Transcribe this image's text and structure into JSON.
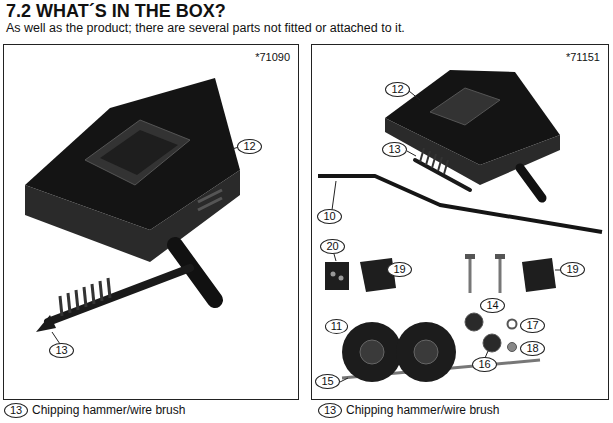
{
  "diagram": {
    "title": "7.2 WHAT´S IN THE BOX?",
    "nodes": [
      {
        "text": [
          "*71090"
        ]
      },
      {
        "text": [
          "12"
        ],
        "in": 0
      },
      {
        "text": [
          "13"
        ],
        "in": 0
      },
      {
        "text": [
          "*71151"
        ]
      },
      {
        "text": [
          "12"
        ],
        "in": 3
      },
      {
        "text": [
          "10"
        ],
        "in": 3
      },
      {
        "text": [
          "13"
        ],
        "in": 3
      },
      {
        "text": [
          "20"
        ],
        "in": 3
      },
      {
        "text": [
          "19"
        ],
        "in": 3
      },
      {
        "text": [
          "19"
        ],
        "in": 3
      },
      {
        "text": [
          "14"
        ],
        "in": 3
      },
      {
        "text": [
          "11"
        ],
        "in": 3
      },
      {
        "text": [
          "17"
        ],
        "in": 3
      },
      {
        "text": [
          "18"
        ],
        "in": 3
      },
      {
        "text": [
          "16"
        ],
        "in": 3
      },
      {
        "text": [
          "15"
        ],
        "in": 3
      },
      {
        "text": [
          "13"
        ]
      },
      {
        "text": [
          "13"
        ]
      }
    ],
    "labels": [
      "As well as the product; there are several parts not fitted or attached to it.",
      "Chipping hammer/wire brush",
      "Chipping hammer/wire brush"
    ]
  }
}
